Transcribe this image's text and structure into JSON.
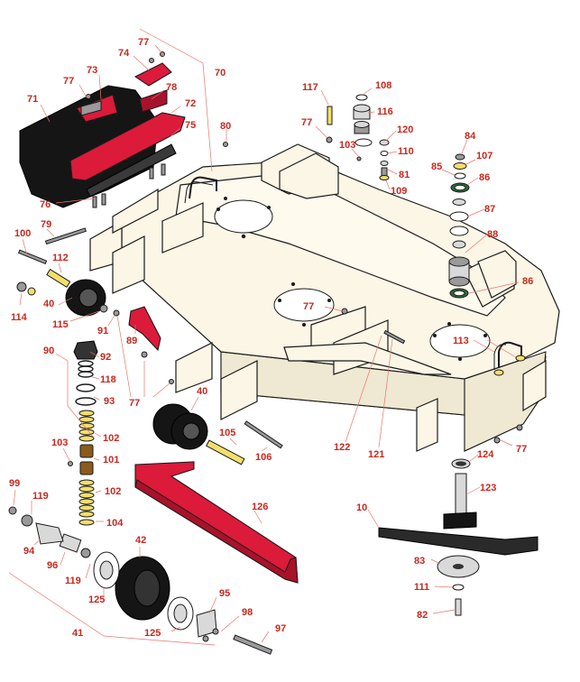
{
  "diagram": {
    "callouts": [
      {
        "id": "c77a",
        "text": "77"
      },
      {
        "id": "c74",
        "text": "74"
      },
      {
        "id": "c70",
        "text": "70"
      },
      {
        "id": "c73",
        "text": "73"
      },
      {
        "id": "c77b",
        "text": "77"
      },
      {
        "id": "c78",
        "text": "78"
      },
      {
        "id": "c71",
        "text": "71"
      },
      {
        "id": "c72",
        "text": "72"
      },
      {
        "id": "c75",
        "text": "75"
      },
      {
        "id": "c80",
        "text": "80"
      },
      {
        "id": "c76",
        "text": "76"
      },
      {
        "id": "c79",
        "text": "79"
      },
      {
        "id": "c100",
        "text": "100"
      },
      {
        "id": "c112",
        "text": "112"
      },
      {
        "id": "c40a",
        "text": "40"
      },
      {
        "id": "c114",
        "text": "114"
      },
      {
        "id": "c115",
        "text": "115"
      },
      {
        "id": "c91",
        "text": "91"
      },
      {
        "id": "c89",
        "text": "89"
      },
      {
        "id": "c90",
        "text": "90"
      },
      {
        "id": "c92",
        "text": "92"
      },
      {
        "id": "c118",
        "text": "118"
      },
      {
        "id": "c93",
        "text": "93"
      },
      {
        "id": "c77c",
        "text": "77"
      },
      {
        "id": "c40b",
        "text": "40"
      },
      {
        "id": "c102a",
        "text": "102"
      },
      {
        "id": "c103a",
        "text": "103"
      },
      {
        "id": "c101",
        "text": "101"
      },
      {
        "id": "c105",
        "text": "105"
      },
      {
        "id": "c106",
        "text": "106"
      },
      {
        "id": "c102b",
        "text": "102"
      },
      {
        "id": "c104",
        "text": "104"
      },
      {
        "id": "c99",
        "text": "99"
      },
      {
        "id": "c119a",
        "text": "119"
      },
      {
        "id": "c94",
        "text": "94"
      },
      {
        "id": "c96",
        "text": "96"
      },
      {
        "id": "c126",
        "text": "126"
      },
      {
        "id": "c42",
        "text": "42"
      },
      {
        "id": "c119b",
        "text": "119"
      },
      {
        "id": "c125a",
        "text": "125"
      },
      {
        "id": "c95",
        "text": "95"
      },
      {
        "id": "c98",
        "text": "98"
      },
      {
        "id": "c125b",
        "text": "125"
      },
      {
        "id": "c41",
        "text": "41"
      },
      {
        "id": "c97",
        "text": "97"
      },
      {
        "id": "c117",
        "text": "117"
      },
      {
        "id": "c108",
        "text": "108"
      },
      {
        "id": "c116",
        "text": "116"
      },
      {
        "id": "c77d",
        "text": "77"
      },
      {
        "id": "c103b",
        "text": "103"
      },
      {
        "id": "c120",
        "text": "120"
      },
      {
        "id": "c110",
        "text": "110"
      },
      {
        "id": "c81",
        "text": "81"
      },
      {
        "id": "c109",
        "text": "109"
      },
      {
        "id": "c84",
        "text": "84"
      },
      {
        "id": "c107",
        "text": "107"
      },
      {
        "id": "c85",
        "text": "85"
      },
      {
        "id": "c86a",
        "text": "86"
      },
      {
        "id": "c87",
        "text": "87"
      },
      {
        "id": "c88",
        "text": "88"
      },
      {
        "id": "c86b",
        "text": "86"
      },
      {
        "id": "c77e",
        "text": "77"
      },
      {
        "id": "c113",
        "text": "113"
      },
      {
        "id": "c122",
        "text": "122"
      },
      {
        "id": "c121",
        "text": "121"
      },
      {
        "id": "c77f",
        "text": "77"
      },
      {
        "id": "c124",
        "text": "124"
      },
      {
        "id": "c123",
        "text": "123"
      },
      {
        "id": "c10",
        "text": "10"
      },
      {
        "id": "c83",
        "text": "83"
      },
      {
        "id": "c111",
        "text": "111"
      },
      {
        "id": "c82",
        "text": "82"
      }
    ],
    "colors": {
      "callout": "#c8281e",
      "leader": "#e8766e",
      "deck": "#fbf6e6",
      "red_parts": "#dc1a3a",
      "black_parts": "#151515"
    }
  }
}
